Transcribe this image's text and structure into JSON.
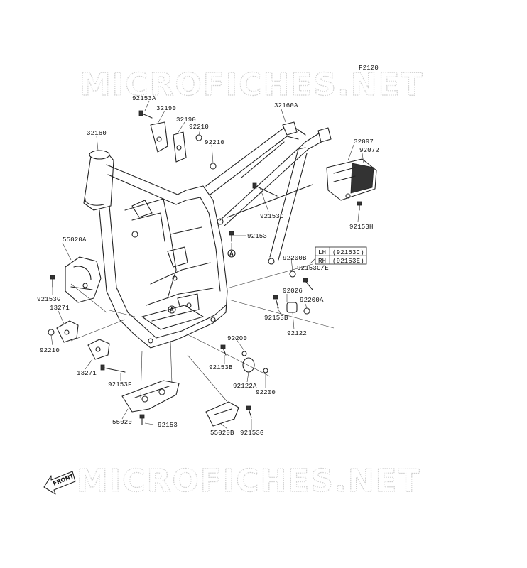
{
  "figure_code": "F2120",
  "watermark": "MICROFICHES.NET",
  "front_label": "FRONT",
  "reference_mark": "A",
  "parts": [
    {
      "id": "p92153A",
      "text": "92153A"
    },
    {
      "id": "p32190a",
      "text": "32190"
    },
    {
      "id": "p32190b",
      "text": "32190"
    },
    {
      "id": "p92210a",
      "text": "92210"
    },
    {
      "id": "p92210b",
      "text": "92210"
    },
    {
      "id": "p32160",
      "text": "32160"
    },
    {
      "id": "p32160A",
      "text": "32160A"
    },
    {
      "id": "p32097",
      "text": "32097"
    },
    {
      "id": "p92072",
      "text": "92072"
    },
    {
      "id": "p92153D",
      "text": "92153D"
    },
    {
      "id": "p92153H",
      "text": "92153H"
    },
    {
      "id": "p92153a",
      "text": "92153"
    },
    {
      "id": "p55020A",
      "text": "55020A"
    },
    {
      "id": "p92200B",
      "text": "92200B"
    },
    {
      "id": "p92153CE",
      "text": "92153C/E"
    },
    {
      "id": "p92153G1",
      "text": "92153G"
    },
    {
      "id": "p92026",
      "text": "92026"
    },
    {
      "id": "p92200A",
      "text": "92200A"
    },
    {
      "id": "p13271a",
      "text": "13271"
    },
    {
      "id": "p92153B1",
      "text": "92153B"
    },
    {
      "id": "p92122",
      "text": "92122"
    },
    {
      "id": "p92210c",
      "text": "92210"
    },
    {
      "id": "p92200",
      "text": "92200"
    },
    {
      "id": "p92153B2",
      "text": "92153B"
    },
    {
      "id": "p13271b",
      "text": "13271"
    },
    {
      "id": "p92122A",
      "text": "92122A"
    },
    {
      "id": "p92153F",
      "text": "92153F"
    },
    {
      "id": "p92200b",
      "text": "92200"
    },
    {
      "id": "p55020",
      "text": "55020"
    },
    {
      "id": "p92153b",
      "text": "92153"
    },
    {
      "id": "p55020B",
      "text": "55020B"
    },
    {
      "id": "p92153G2",
      "text": "92153G"
    }
  ],
  "legend": {
    "rows": [
      {
        "side": "LH",
        "part": "(92153C)"
      },
      {
        "side": "RH",
        "part": "(92153E)"
      }
    ]
  }
}
